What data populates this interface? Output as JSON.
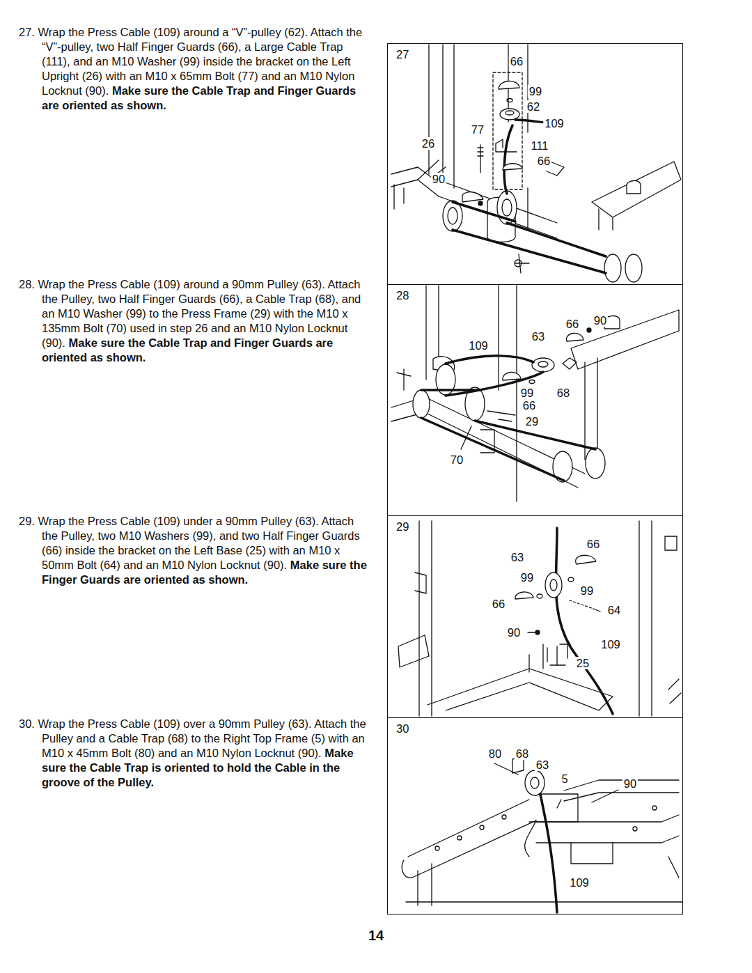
{
  "diagram": {
    "nodes": [
      {
        "text": [
          "27"
        ]
      },
      {
        "text": [
          "28"
        ]
      },
      {
        "text": [
          "29"
        ]
      },
      {
        "text": [
          "30"
        ]
      }
    ],
    "labels": [
      "27. Wrap the Press Cable (109) around a “V”-pulley (62). Attach the “V”-pulley, two Half Finger Guards (66), a Large Cable Trap (111), and an M10 Washer (99) inside the bracket on the Left Upright (26) with an M10 x 65mm Bolt (77) and an M10 Nylon Locknut (90).",
      "Make sure the Cable Trap and Finger Guards are oriented as shown.",
      "66",
      "99",
      "62",
      "109",
      "77",
      "26",
      "111",
      "66",
      "90",
      "28. Wrap the Press Cable (109) around a 90mm Pulley (63). Attach the Pulley, two Half Finger Guards (66), a Cable Trap (68), and an M10 Washer (99) to the Press Frame (29) with the M10 x 135mm Bolt (70) used in step 26 and an M10 Nylon Locknut (90).",
      "Make sure the Cable Trap and Finger Guards are oriented as shown.",
      "66",
      "90",
      "63",
      "109",
      "99",
      "68",
      "66",
      "29",
      "70",
      "29. Wrap the Press Cable (109) under a 90mm Pulley (63). Attach the Pulley, two M10 Washers (99), and two Half Finger Guards (66) inside the bracket on the Left Base (25) with an M10 x 50mm Bolt (64) and an M10 Nylon Locknut (90).",
      "Make sure the Finger Guards are oriented as shown.",
      "66",
      "63",
      "99",
      "99",
      "66",
      "64",
      "90",
      "109",
      "25",
      "30. Wrap the Press Cable (109) over a 90mm Pulley (63). Attach the Pulley and a Cable Trap (68) to the Right Top Frame (5) with an M10 x 45mm Bolt (80) and an M10 Nylon Locknut (90).",
      "Make sure the Cable Trap is oriented to hold the Cable in the groove of the Pulley.",
      "80",
      "68",
      "63",
      "5",
      "90",
      "109",
      "14"
    ]
  }
}
